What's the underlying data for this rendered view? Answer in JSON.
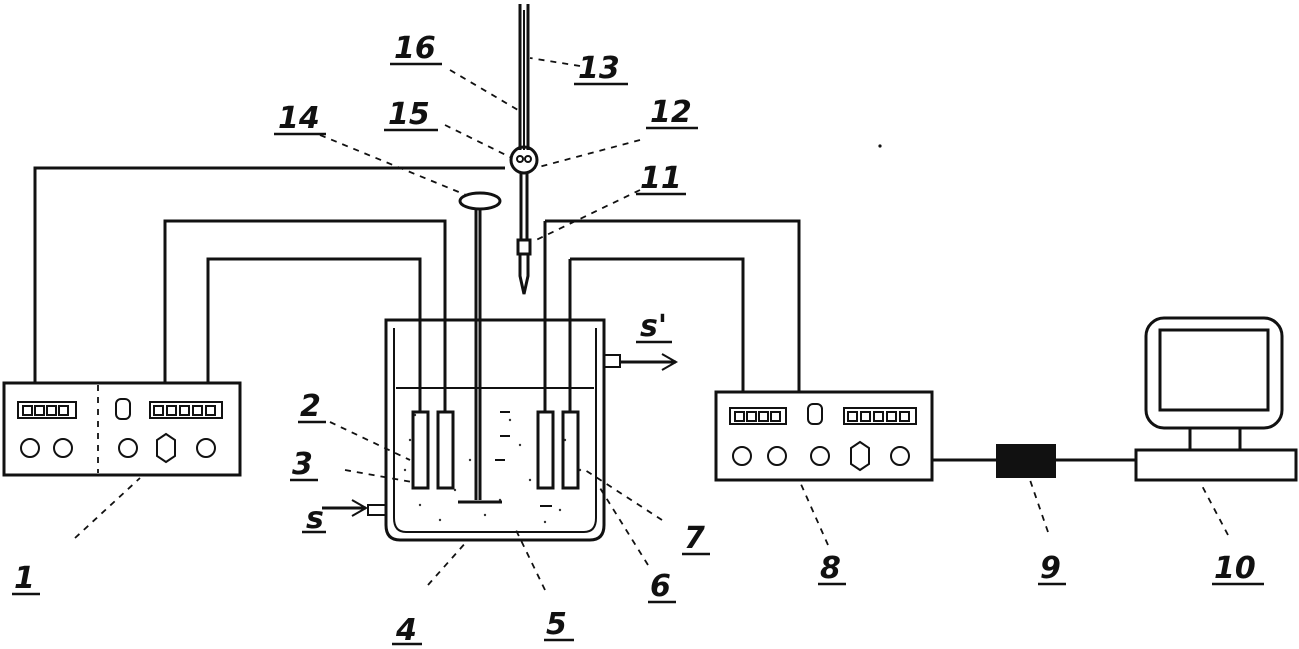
{
  "labels": {
    "l1": "1",
    "l2": "2",
    "l3": "3",
    "l4": "4",
    "l5": "5",
    "l6": "6",
    "l7": "7",
    "l8": "8",
    "l9": "9",
    "l10": "10",
    "l11": "11",
    "l12": "12",
    "l13": "13",
    "l14": "14",
    "l15": "15",
    "l16": "16",
    "s_in": "s",
    "s_out": "s'"
  }
}
